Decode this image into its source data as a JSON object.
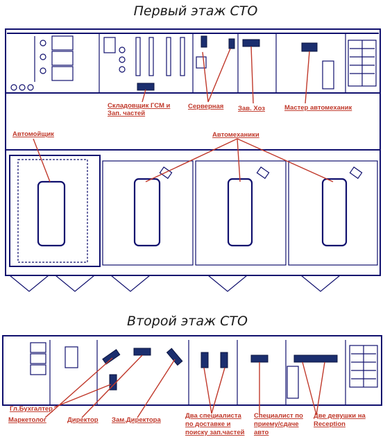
{
  "floors": {
    "first": {
      "title": "Первый этаж СТО"
    },
    "second": {
      "title": "Второй этаж СТО"
    }
  },
  "labels": {
    "warehouse": [
      "Складовщик ГСМ и",
      "Зап. частей"
    ],
    "server": "Серверная",
    "supply": "Зав. Хоз",
    "master": "Мастер автомеханик",
    "washer": "Автомойщик",
    "mechanics": "Автомеханики",
    "accountant": "Гл.Бухгалтер",
    "marketer": "Маркетолог",
    "director": "Директор",
    "deputy": "Зам.Директора",
    "delivery": [
      "Два специалиста",
      "по доставке и",
      "поиску зап.частей"
    ],
    "reception_spec": [
      "Специалист по",
      "приему/сдаче",
      "авто"
    ],
    "reception": [
      "Две девушки на",
      "Reception"
    ]
  },
  "colors": {
    "walls": "#10106e",
    "labels": "#c0392b",
    "desks": "#1b2e6e"
  }
}
